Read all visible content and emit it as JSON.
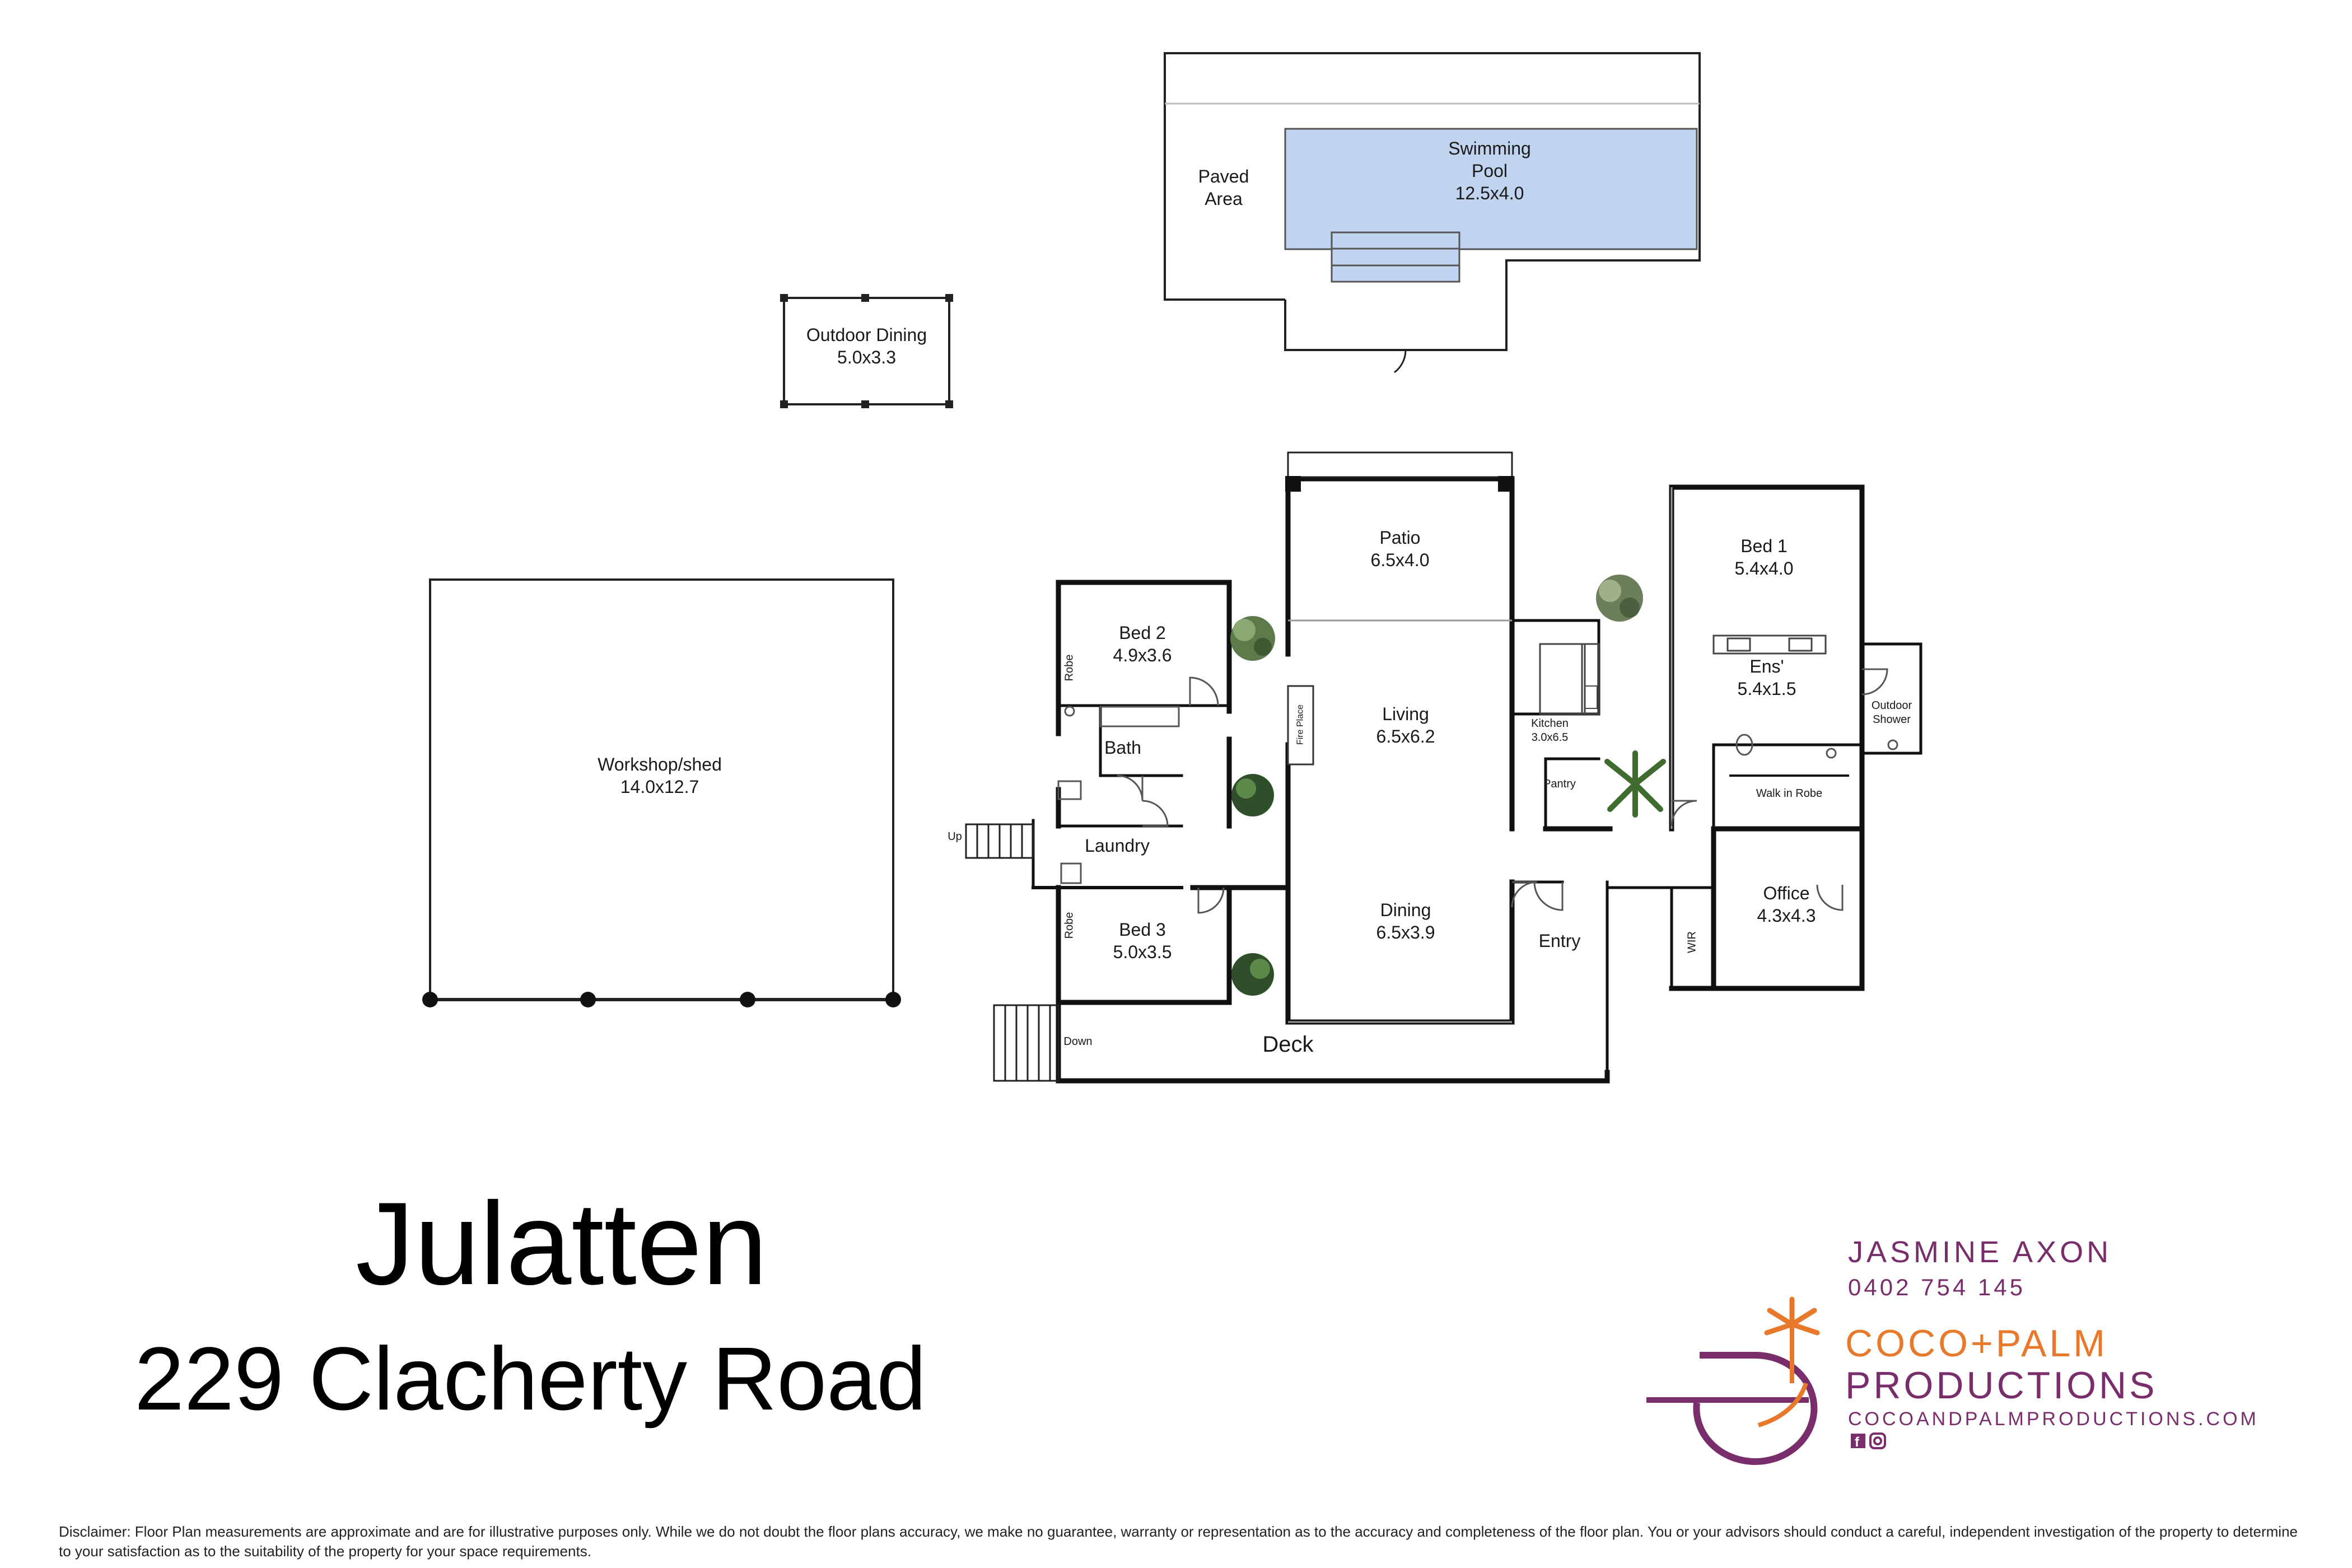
{
  "title": {
    "town": "Julatten",
    "address": "229 Clacherty Road"
  },
  "rooms": {
    "swimming_pool": {
      "name_1": "Swimming",
      "name_2": "Pool",
      "size": "12.5x4.0"
    },
    "paved_area": {
      "name_1": "Paved",
      "name_2": "Area"
    },
    "outdoor_dining": {
      "name": "Outdoor  Dining",
      "size": "5.0x3.3"
    },
    "workshop": {
      "name": "Workshop/shed",
      "size": "14.0x12.7"
    },
    "patio": {
      "name": "Patio",
      "size": "6.5x4.0"
    },
    "bed2": {
      "name": "Bed 2",
      "size": "4.9x3.6"
    },
    "robe_2": {
      "name": "Robe"
    },
    "bath": {
      "name": "Bath"
    },
    "laundry": {
      "name": "Laundry"
    },
    "bed3": {
      "name": "Bed 3",
      "size": "5.0x3.5"
    },
    "robe_3": {
      "name": "Robe"
    },
    "fireplace": {
      "name": "Fire Place"
    },
    "living": {
      "name": "Living",
      "size": "6.5x6.2"
    },
    "dining": {
      "name": "Dining",
      "size": "6.5x3.9"
    },
    "kitchen": {
      "name": "Kitchen",
      "size": "3.0x6.5"
    },
    "pantry": {
      "name": "Pantry"
    },
    "entry": {
      "name": "Entry"
    },
    "bed1": {
      "name": "Bed 1",
      "size": "5.4x4.0"
    },
    "ensuite": {
      "name": "Ens'",
      "size": "5.4x1.5"
    },
    "outdoor_shower": {
      "name_1": "Outdoor",
      "name_2": "Shower"
    },
    "walk_in_robe": {
      "name": "Walk in Robe"
    },
    "office": {
      "name": "Office",
      "size": "4.3x4.3"
    },
    "wir": {
      "name": "WIR"
    },
    "deck": {
      "name": "Deck"
    },
    "stairs_up": {
      "name": "Up"
    },
    "stairs_down": {
      "name": "Down"
    }
  },
  "branding": {
    "agent": "JASMINE AXON",
    "phone": "0402 754 145",
    "company_1": "COCO+PALM",
    "company_2": "PRODUCTIONS",
    "website": "COCOANDPALMPRODUCTIONS.COM",
    "social_icons": [
      "facebook-icon",
      "instagram-icon"
    ],
    "colors": {
      "purple": "#7a2d6b",
      "orange": "#e8782a",
      "pool": "#c0d4f0"
    }
  },
  "disclaimer": "Disclaimer: Floor Plan measurements are approximate and are for illustrative purposes only.  While we do not doubt the floor plans accuracy, we make no guarantee, warranty or representation as to the accuracy and completeness of the floor plan. You or your advisors should conduct a careful, independent investigation of the property to determine to your satisfaction as to the suitability of the property for your space requirements."
}
